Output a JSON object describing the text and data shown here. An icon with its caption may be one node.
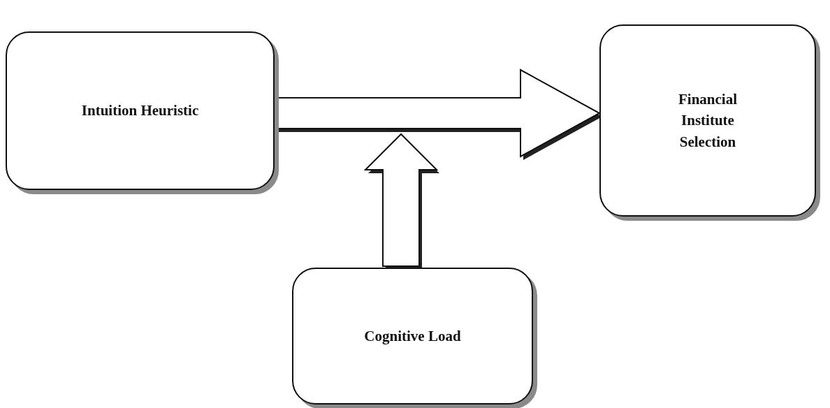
{
  "diagram": {
    "nodes": [
      {
        "text": [
          "Intuition Heuristic"
        ]
      },
      {
        "text": [
          "Financial Institute Selection"
        ]
      },
      {
        "text": [
          "Cognitive Load"
        ]
      }
    ],
    "edges": [
      {
        "from": 0,
        "to": 1,
        "arrow": "to"
      },
      {
        "from": 2,
        "to": null,
        "arrow": "to"
      }
    ]
  }
}
